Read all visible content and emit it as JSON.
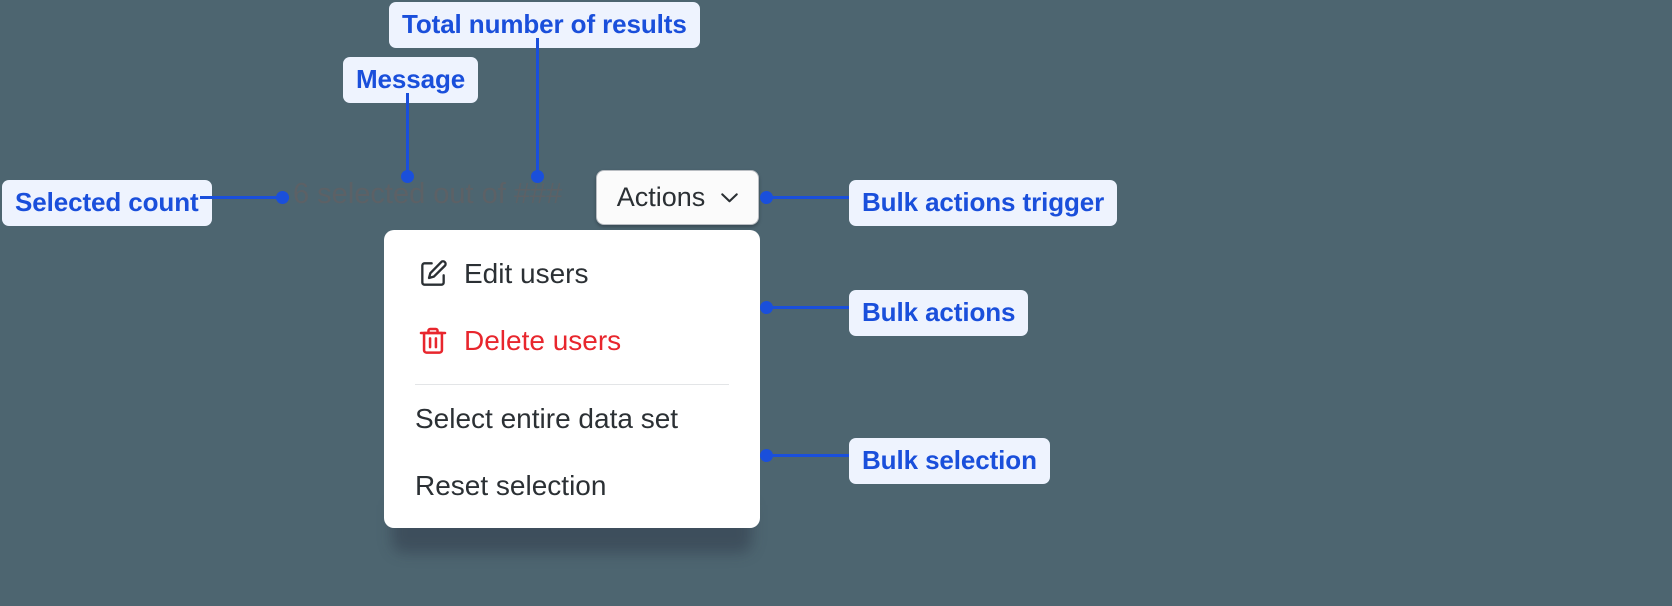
{
  "canvas": {
    "background_color": "#4d6570",
    "accent_color": "#1a4fdb",
    "annotation_pill_bg": "#eef3fe",
    "danger_color": "#e8262d"
  },
  "annotations": [
    {
      "id": "total-results",
      "label": "Total number of results"
    },
    {
      "id": "message",
      "label": "Message"
    },
    {
      "id": "selected-count",
      "label": "Selected count"
    },
    {
      "id": "bulk-trigger",
      "label": "Bulk actions trigger"
    },
    {
      "id": "bulk-actions",
      "label": "Bulk actions"
    },
    {
      "id": "bulk-selection",
      "label": "Bulk selection"
    }
  ],
  "ui": {
    "status_text": {
      "count": "6",
      "message": "selected out of",
      "total": "###",
      "full": "6 selected out of ###"
    },
    "actions_button": {
      "label": "Actions",
      "chevron_icon": "chevron-down-icon"
    },
    "menu": {
      "groups": [
        {
          "name": "bulk-actions",
          "items": [
            {
              "label": "Edit users",
              "icon": "edit-pencil-square-icon",
              "variant": "default"
            },
            {
              "label": "Delete users",
              "icon": "trash-icon",
              "variant": "danger"
            }
          ]
        },
        {
          "name": "bulk-selection",
          "items": [
            {
              "label": "Select entire data set",
              "icon": null,
              "variant": "default"
            },
            {
              "label": "Reset selection",
              "icon": null,
              "variant": "default"
            }
          ]
        }
      ]
    }
  }
}
